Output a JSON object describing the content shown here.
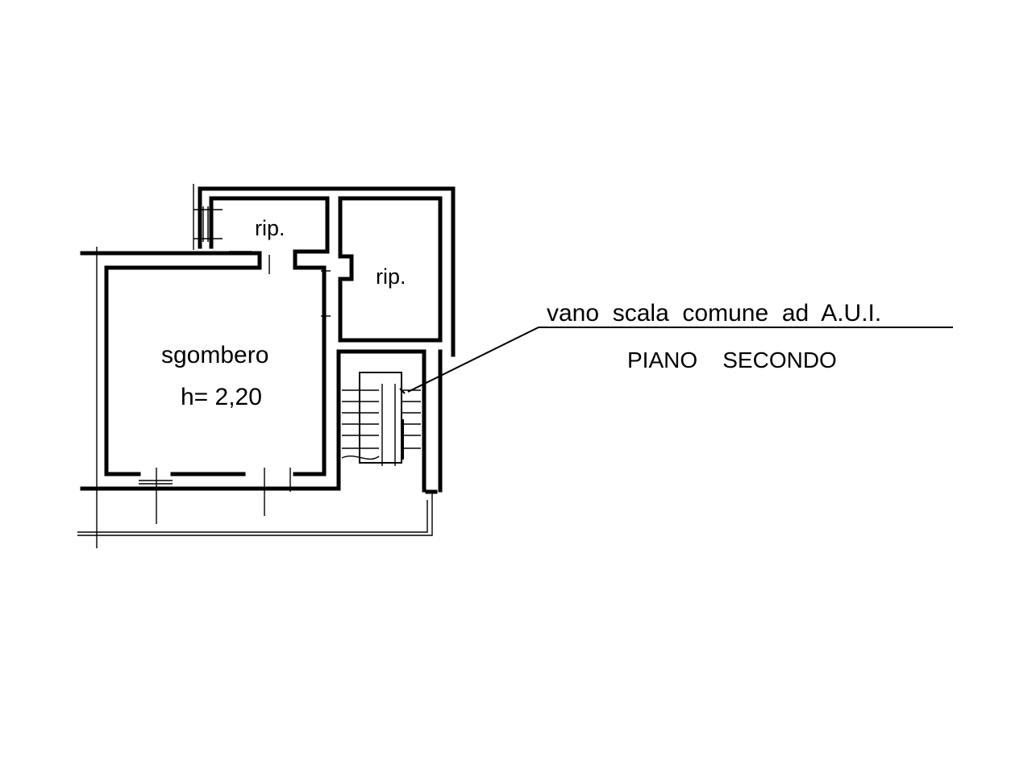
{
  "rooms": {
    "storage_small": "rip.",
    "storage_large": "rip.",
    "main_room": "sgombero",
    "main_room_height": "h= 2,20"
  },
  "annotations": {
    "stair_note": "vano  scala  comune  ad  A.U.I.",
    "floor_level": "PIANO    SECONDO"
  },
  "colors": {
    "ink": "#000000",
    "paper": "#ffffff"
  }
}
